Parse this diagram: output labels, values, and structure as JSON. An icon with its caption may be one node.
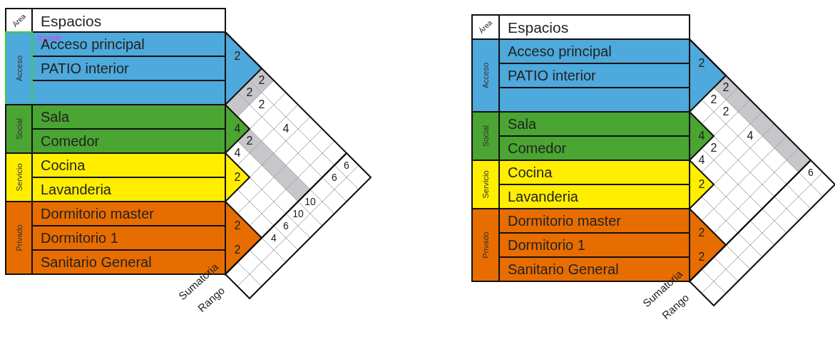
{
  "diagram": {
    "labels": [
      "Área",
      "Espacios",
      "trazado",
      "Acceso",
      "Acceso principal",
      "PATIO interior",
      "Social",
      "Sala",
      "Comedor",
      "Servicio",
      "Cocina",
      "Lavanderia",
      "Privado",
      "Dormitorio master",
      "Dormitorio 1",
      "Sanitario General",
      "2",
      "2",
      "2",
      "2",
      "4",
      "4",
      "2",
      "4",
      "2",
      "6",
      "6",
      "10",
      "10",
      "2",
      "6",
      "4",
      "2",
      "Sumatoria",
      "Rango",
      "Área",
      "Espacios",
      "Acceso",
      "Acceso principal",
      "PATIO interior",
      "Social",
      "Sala",
      "Comedor",
      "Servicio",
      "Cocina",
      "Lavanderia",
      "Privado",
      "Dormitorio master",
      "Dormitorio 1",
      "Sanitario General",
      "2",
      "2",
      "2",
      "2",
      "4",
      "4",
      "2",
      "4",
      "2",
      "6",
      "2",
      "2",
      "Sumatoria",
      "Rango"
    ]
  }
}
